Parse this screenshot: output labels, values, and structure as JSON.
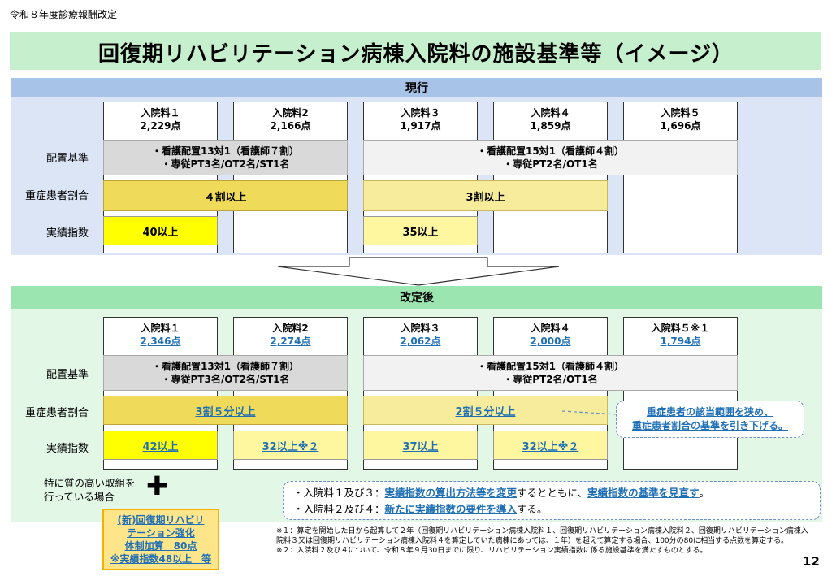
{
  "header": {
    "small": "令和８年度診療報酬改定",
    "title": "回復期リハビリテーション病棟入院料の施設基準等（イメージ）"
  },
  "labels": {
    "staffing": "配置基準",
    "severe_ratio": "重症患者割合",
    "performance": "実績指数"
  },
  "current": {
    "heading": "現行",
    "cols": [
      {
        "name": "入院料１",
        "points": "2,229点"
      },
      {
        "name": "入院料2",
        "points": "2,166点"
      },
      {
        "name": "入院料３",
        "points": "1,917点"
      },
      {
        "name": "入院料４",
        "points": "1,859点"
      },
      {
        "name": "入院料５",
        "points": "1,696点"
      }
    ],
    "staff_a": [
      "・看護配置13対1（看護師７割）",
      "・専従PT3名/OT2名/ST1名"
    ],
    "staff_b": [
      "・看護配置15対1（看護師４割）",
      "・専従PT2名/OT1名"
    ],
    "severe_a": "４割以上",
    "severe_b": "3割以上",
    "perf_1": "40以上",
    "perf_3": "35以上"
  },
  "revised": {
    "heading": "改定後",
    "cols": [
      {
        "name": "入院料１",
        "points": "2,346点"
      },
      {
        "name": "入院料2",
        "points": "2,274点"
      },
      {
        "name": "入院料３",
        "points": "2,062点"
      },
      {
        "name": "入院料４",
        "points": "2,000点"
      },
      {
        "name": "入院料５※１",
        "points": "1,794点"
      }
    ],
    "staff_a": [
      "・看護配置13対1（看護師７割）",
      "・専従PT3名/OT2名/ST1名"
    ],
    "staff_b": [
      "・看護配置15対1（看護師４割）",
      "・専従PT2名/OT1名"
    ],
    "severe_a": "3割５分以上",
    "severe_b": "2割５分以上",
    "perf_1": "42以上",
    "perf_2": "32以上※２",
    "perf_3": "37以上",
    "perf_4": "32以上※２",
    "callout": [
      "重症患者の該当範囲を狭め、",
      "重症患者割合の基準を引き下げる。"
    ]
  },
  "quality": {
    "label": [
      "特に質の高い取組を",
      "行っている場合"
    ],
    "plus": "✚",
    "box": [
      "(新)回復期リハビリ",
      "テーション強化",
      "体制加算　80点",
      "※実績指数48以上　等"
    ]
  },
  "notes": {
    "line1_prefix": "・入院料１及び３：",
    "line1_b1": "実績指数の算出方法等を変更",
    "line1_mid": "するとともに、",
    "line1_b2": "実績指数の基準を見直す",
    "line1_end": "。",
    "line2_prefix": "・入院料２及び４：",
    "line2_b1": "新たに実績指数の要件を導入",
    "line2_end": "する。"
  },
  "footnotes": [
    "※１：算定を開始した日から起算して２年（回復期リハビリテーション病棟入院料１、回復期リハビリテーション病棟入院料２、回復期リハビリテーション病棟入院料３又は回復期リハビリテーション病棟入院料４を算定していた病棟にあっては、１年）を超えて算定する場合、100分の80に相当する点数を算定する。",
    "※２：入院料２及び４について、令和８年９月30日までに限り、リハビリテーション実績指数に係る施設基準を満たすものとする。"
  ],
  "page_number": "12"
}
